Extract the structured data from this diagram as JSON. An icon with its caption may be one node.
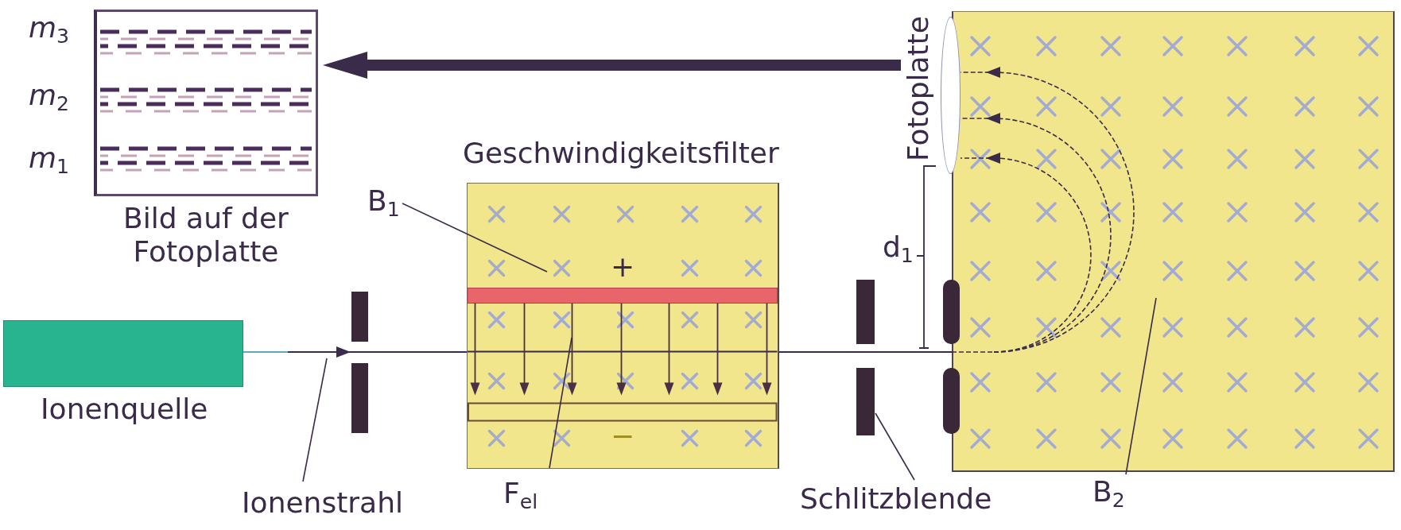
{
  "diagram": {
    "nodes": [
      {
        "text": [
          "Bild auf der Fotoplatte"
        ],
        "beside": [
          "*m*$_{3}$",
          "*m*$_{2}$",
          "*m*$_{1}$"
        ]
      },
      {
        "text": [
          "Fotoplatte"
        ]
      },
      {
        "text": [
          "B$_{1}$"
        ]
      },
      {
        "text": [
          "Geschwindigkeitsfilter",
          "+",
          "−"
        ]
      },
      {
        "text": [
          "Ionenquelle"
        ]
      },
      {
        "text": [],
        "shape": "bar"
      },
      {
        "text": [],
        "shape": "bar"
      },
      {
        "text": [],
        "shape": "box"
      },
      {
        "text": [
          "Ionenstrahl"
        ]
      },
      {
        "text": [
          "F$_{el}$"
        ]
      },
      {
        "text": [
          "Schlitzblende"
        ]
      },
      {
        "text": [
          "B$_{2}$"
        ]
      }
    ],
    "edges": [
      {
        "from": 1,
        "to": 0,
        "arrow": "to",
        "style": "thick"
      },
      {
        "from": 4,
        "to": 5,
        "arrow": "to"
      },
      {
        "from": 5,
        "to": 3,
        "arrow": "none"
      },
      {
        "from": 3,
        "to": 6,
        "arrow": "none"
      },
      {
        "from": 6,
        "to": 7,
        "arrow": "none"
      },
      {
        "from": 7,
        "to": 1,
        "arrow": "to",
        "style": "dashed"
      },
      {
        "from": 2,
        "to": 3,
        "arrow": "none"
      },
      {
        "from": 8,
        "to": null,
        "arrow": "none"
      },
      {
        "from": 9,
        "to": 3,
        "arrow": "none"
      },
      {
        "from": 10,
        "to": 6,
        "arrow": "none"
      },
      {
        "from": 11,
        "to": 7,
        "arrow": "none"
      }
    ],
    "labels": [
      "d$_{1}$"
    ]
  }
}
